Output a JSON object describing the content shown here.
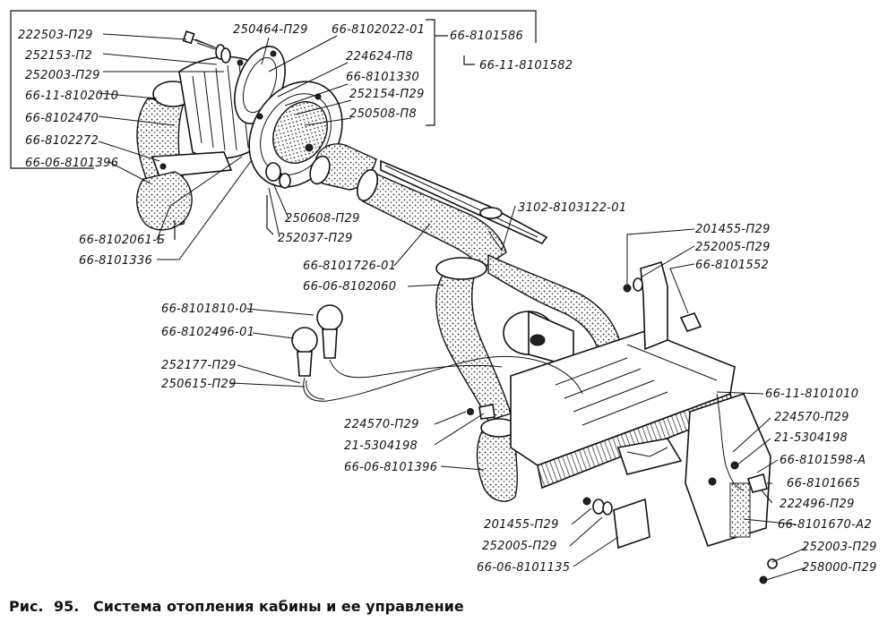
{
  "caption": {
    "prefix": "Рис.",
    "number": "95.",
    "title": "Система отопления кабины и ее управление"
  },
  "labels": {
    "l01": "222503-П29",
    "l02": "252153-П2",
    "l03": "252003-П29",
    "l04": "66-11-8102010",
    "l05": "66-8102470",
    "l06": "66-8102272",
    "l07": "66-06-8101396",
    "l08": "250464-П29",
    "l09": "66-8102022-01",
    "l10": "66-8101586",
    "l11": "66-11-8101582",
    "l12": "224624-П8",
    "l13": "66-8101330",
    "l14": "252154-П29",
    "l15": "250508-П8",
    "l16": "250608-П29",
    "l17": "252037-П29",
    "l18": "66-8102061-Б",
    "l19": "66-8101336",
    "l20": "3102-8103122-01",
    "l21": "66-8101726-01",
    "l22": "66-06-8102060",
    "l23": "201455-П29",
    "l24": "252005-П29",
    "l25": "66-8101552",
    "l26": "66-8101810-01",
    "l27": "66-8102496-01",
    "l28": "252177-П29",
    "l29": "250615-П29",
    "l30": "224570-П29",
    "l31": "21-5304198",
    "l32": "66-06-8101396",
    "l33": "66-11-8101010",
    "l34": "224570-П29",
    "l35": "21-5304198",
    "l36": "66-8101598-А",
    "l37": "66-8101665",
    "l38": "222496-П29",
    "l39": "66-8101670-А2",
    "l40": "201455-П29",
    "l41": "252005-П29",
    "l42": "66-06-8101135",
    "l43": "252003-П29",
    "l44": "258000-П29"
  }
}
